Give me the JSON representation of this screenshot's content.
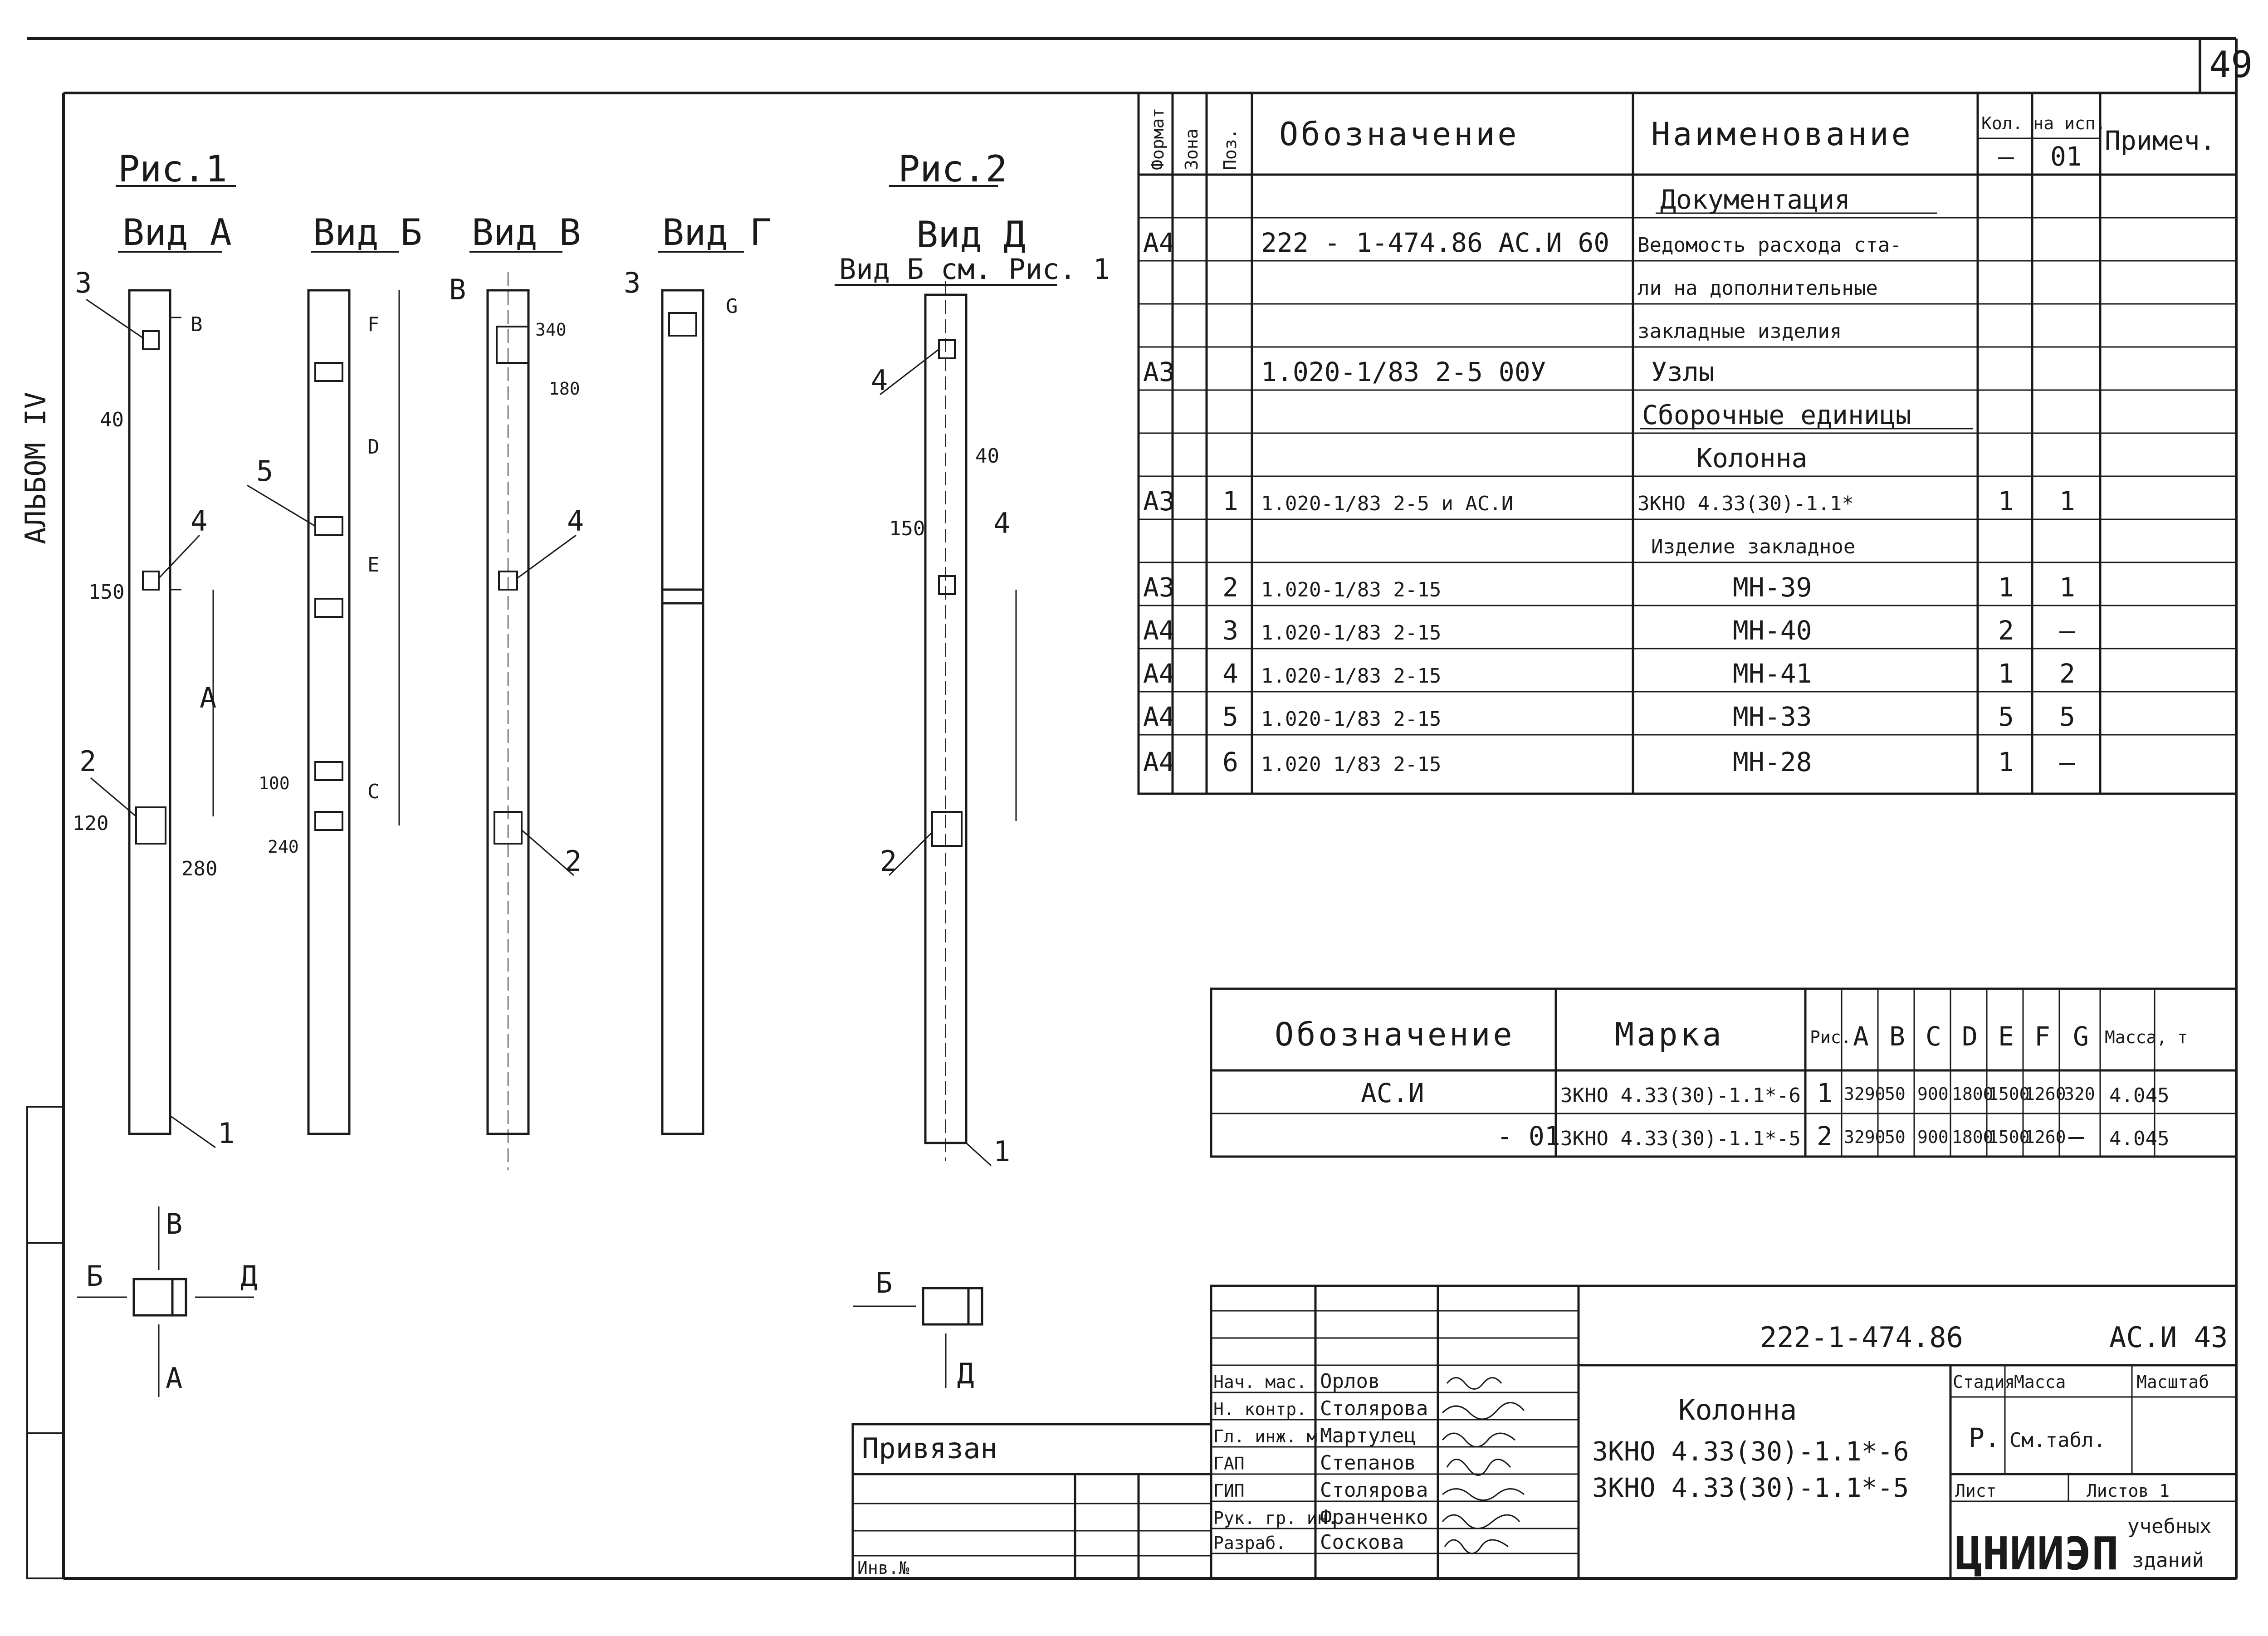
{
  "sheet": {
    "number": "49",
    "album_label": "АЛЬБОМ IV"
  },
  "figures": {
    "fig1": {
      "title": "Рис.1",
      "views": [
        "Вид А",
        "Вид Б",
        "Вид В",
        "Вид Г"
      ]
    },
    "fig2": {
      "title": "Рис.2",
      "view": "Вид Д",
      "note": "Вид Б см. Рис. 1"
    },
    "positions": [
      "1",
      "2",
      "3",
      "4",
      "5"
    ],
    "dim_letters": [
      "А",
      "В",
      "С",
      "D",
      "Е",
      "F",
      "G"
    ],
    "dims": {
      "v40": "40",
      "v150": "150",
      "v100": "100",
      "v120": "120",
      "v240": "240",
      "v280": "280",
      "v340": "340",
      "v180": "180"
    },
    "orientation": {
      "top": "В",
      "left": "Б",
      "right": "Д",
      "bottom": "А"
    }
  },
  "spec_table": {
    "headers": {
      "format": "Формат",
      "zone": "Зона",
      "pos": "Поз.",
      "designation": "Обозначение",
      "name": "Наименование",
      "qty": "Кол. на исп.",
      "qty_a": "–",
      "qty_b": "01",
      "note": "Примеч."
    },
    "rows": [
      {
        "format": "",
        "pos": "",
        "designation": "",
        "name": "Документация",
        "qa": "",
        "qb": ""
      },
      {
        "format": "А4",
        "pos": "",
        "designation": "222 - 1-474.86     АС.И 60",
        "name": "Ведомость расхода ста-",
        "qa": "",
        "qb": ""
      },
      {
        "format": "",
        "pos": "",
        "designation": "",
        "name": "ли на дополнительные",
        "qa": "",
        "qb": ""
      },
      {
        "format": "",
        "pos": "",
        "designation": "",
        "name": "закладные изделия",
        "qa": "",
        "qb": ""
      },
      {
        "format": "А3",
        "pos": "",
        "designation": "1.020-1/83    2-5   00У",
        "name": "Узлы",
        "qa": "",
        "qb": ""
      },
      {
        "format": "",
        "pos": "",
        "designation": "",
        "name": "Сборочные единицы",
        "qa": "",
        "qb": ""
      },
      {
        "format": "",
        "pos": "",
        "designation": "",
        "name": "Колонна",
        "qa": "",
        "qb": ""
      },
      {
        "format": "А3",
        "pos": "1",
        "designation": "1.020-1/83   2-5  и АС.И",
        "name": "3КНО 4.33(30)-1.1*",
        "qa": "1",
        "qb": "1"
      },
      {
        "format": "",
        "pos": "",
        "designation": "",
        "name": "Изделие закладное",
        "qa": "",
        "qb": ""
      },
      {
        "format": "А3",
        "pos": "2",
        "designation": "1.020-1/83   2-15",
        "name": "МН-39",
        "qa": "1",
        "qb": "1"
      },
      {
        "format": "А4",
        "pos": "3",
        "designation": "1.020-1/83   2-15",
        "name": "МН-40",
        "qa": "2",
        "qb": "–"
      },
      {
        "format": "А4",
        "pos": "4",
        "designation": "1.020-1/83   2-15",
        "name": "МН-41",
        "qa": "1",
        "qb": "2"
      },
      {
        "format": "А4",
        "pos": "5",
        "designation": "1.020-1/83   2-15",
        "name": "МН-33",
        "qa": "5",
        "qb": "5"
      },
      {
        "format": "А4",
        "pos": "6",
        "designation": "1.020  1/83   2-15",
        "name": "МН-28",
        "qa": "1",
        "qb": "–"
      }
    ]
  },
  "mark_table": {
    "headers": [
      "Обозначение",
      "Марка",
      "Рис.",
      "А",
      "В",
      "С",
      "D",
      "Е",
      "F",
      "G",
      "Масса, т"
    ],
    "rows": [
      [
        "АС.И",
        "3КНО 4.33(30)-1.1*-6",
        "1",
        "3290",
        "50",
        "900",
        "1800",
        "1500",
        "1260",
        "320",
        "4.045"
      ],
      [
        "- 01",
        "3КНО 4.33(30)-1.1*-5",
        "2",
        "3290",
        "50",
        "900",
        "1800",
        "1500",
        "1260",
        "—",
        "4.045"
      ]
    ]
  },
  "title_block": {
    "doc_code": "222-1-474.86",
    "sheet_code": "АС.И 43",
    "title_line1": "Колонна",
    "title_line2": "3КНО 4.33(30)-1.1*-6",
    "title_line3": "3КНО 4.33(30)-1.1*-5",
    "stage_label": "Стадия",
    "mass_label": "Масса",
    "scale_label": "Масштаб",
    "stage": "Р.",
    "mass": "См.табл.",
    "sheet_label": "Лист",
    "sheets_label": "Листов 1",
    "org_logo": "ЦНИИЭП",
    "org_sub1": "учебных",
    "org_sub2": "зданий",
    "bound_label": "Привязан",
    "inv_label": "Инв.№",
    "staff": [
      {
        "role": "Нач. мас.",
        "name": "Орлов"
      },
      {
        "role": "Н. контр.",
        "name": "Столярова"
      },
      {
        "role": "Гл. инж. м.",
        "name": "Мартулец"
      },
      {
        "role": "ГАП",
        "name": "Степанов"
      },
      {
        "role": "ГИП",
        "name": "Столярова"
      },
      {
        "role": "Рук. гр. ин.",
        "name": "Франченко"
      },
      {
        "role": "Разраб.",
        "name": "Соскова"
      }
    ]
  }
}
